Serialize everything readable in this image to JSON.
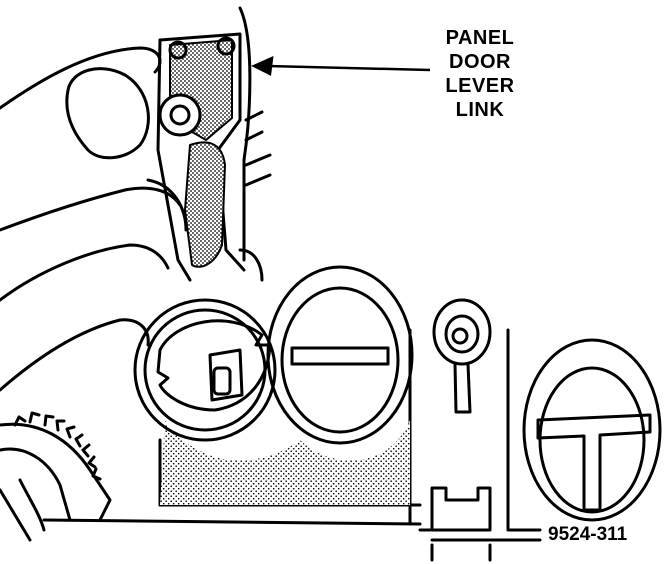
{
  "callout": {
    "line1": "PANEL",
    "line2": "DOOR",
    "line3": "LEVER",
    "line4": "LINK"
  },
  "figure_number": "9524-311"
}
